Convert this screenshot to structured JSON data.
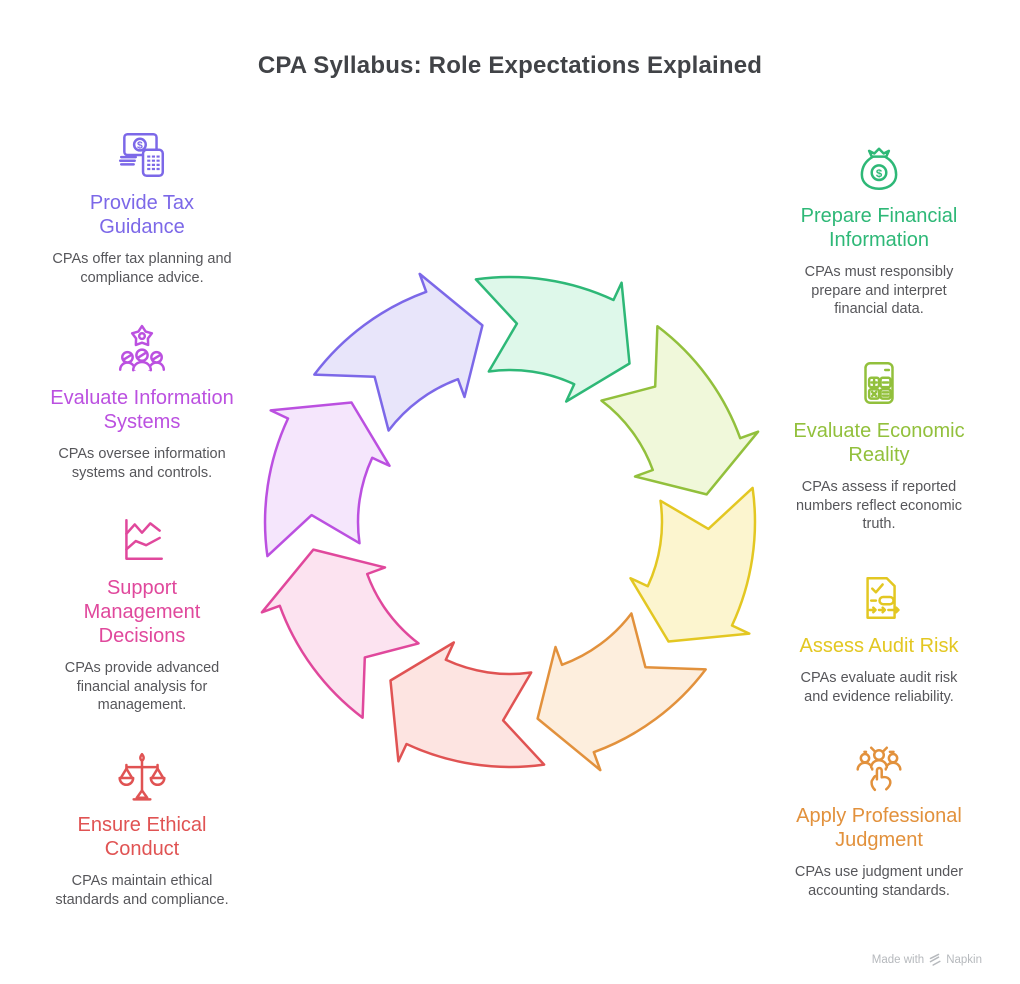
{
  "page_title": "CPA Syllabus: Role Expectations Explained",
  "items": [
    {
      "id": "provide-tax-guidance",
      "icon": "money-calculator-icon",
      "color": "#7c68e8",
      "title": "Provide Tax\nGuidance",
      "description": "CPAs offer tax planning and\ncompliance advice."
    },
    {
      "id": "evaluate-information-systems",
      "icon": "gear-people-icon",
      "color": "#bb50e0",
      "title": "Evaluate Information\nSystems",
      "description": "CPAs oversee information\nsystems and controls."
    },
    {
      "id": "support-management-decisions",
      "icon": "line-chart-icon",
      "color": "#e0489c",
      "title": "Support\nManagement\nDecisions",
      "description": "CPAs provide advanced\nfinancial analysis for\nmanagement."
    },
    {
      "id": "ensure-ethical-conduct",
      "icon": "balance-scales-icon",
      "color": "#e05353",
      "title": "Ensure Ethical\nConduct",
      "description": "CPAs maintain ethical\nstandards and compliance."
    },
    {
      "id": "prepare-financial-information",
      "icon": "money-bag-icon",
      "color": "#2eb877",
      "title": "Prepare Financial\nInformation",
      "description": "CPAs must responsibly\nprepare and interpret\nfinancial data."
    },
    {
      "id": "evaluate-economic-reality",
      "icon": "calculator-icon",
      "color": "#92c03c",
      "title": "Evaluate Economic\nReality",
      "description": "CPAs assess if reported\nnumbers reflect economic\ntruth."
    },
    {
      "id": "assess-audit-risk",
      "icon": "audit-checklist-icon",
      "color": "#e3c722",
      "title": "Assess Audit Risk",
      "description": "CPAs evaluate audit risk\nand evidence reliability."
    },
    {
      "id": "apply-professional-judgment",
      "icon": "people-judgment-icon",
      "color": "#e2913c",
      "title": "Apply Professional\nJudgment",
      "description": "CPAs use judgment under\naccounting standards."
    }
  ],
  "cycle": {
    "arrows": [
      {
        "name": "evaluate-information-systems",
        "start": 262,
        "stroke": "#bb50e0",
        "fill": "#f5e6fc"
      },
      {
        "name": "support-management-decisions",
        "start": 217,
        "stroke": "#e0489c",
        "fill": "#fce3f0"
      },
      {
        "name": "ensure-ethical-conduct",
        "start": 172,
        "stroke": "#e05353",
        "fill": "#fde4e1"
      },
      {
        "name": "apply-professional-judgment",
        "start": 127,
        "stroke": "#e2913c",
        "fill": "#fdeedd"
      },
      {
        "name": "assess-audit-risk",
        "start": 82,
        "stroke": "#e3c722",
        "fill": "#fcf5cf"
      },
      {
        "name": "evaluate-economic-reality",
        "start": 37,
        "stroke": "#92c03c",
        "fill": "#f0f8da"
      },
      {
        "name": "prepare-financial-information",
        "start": -8,
        "stroke": "#2eb877",
        "fill": "#def8ea"
      },
      {
        "name": "provide-tax-guidance",
        "start": 307,
        "stroke": "#7c68e8",
        "fill": "#e8e5fa"
      }
    ]
  },
  "watermark": {
    "text": "Made with",
    "brand": "Napkin"
  }
}
